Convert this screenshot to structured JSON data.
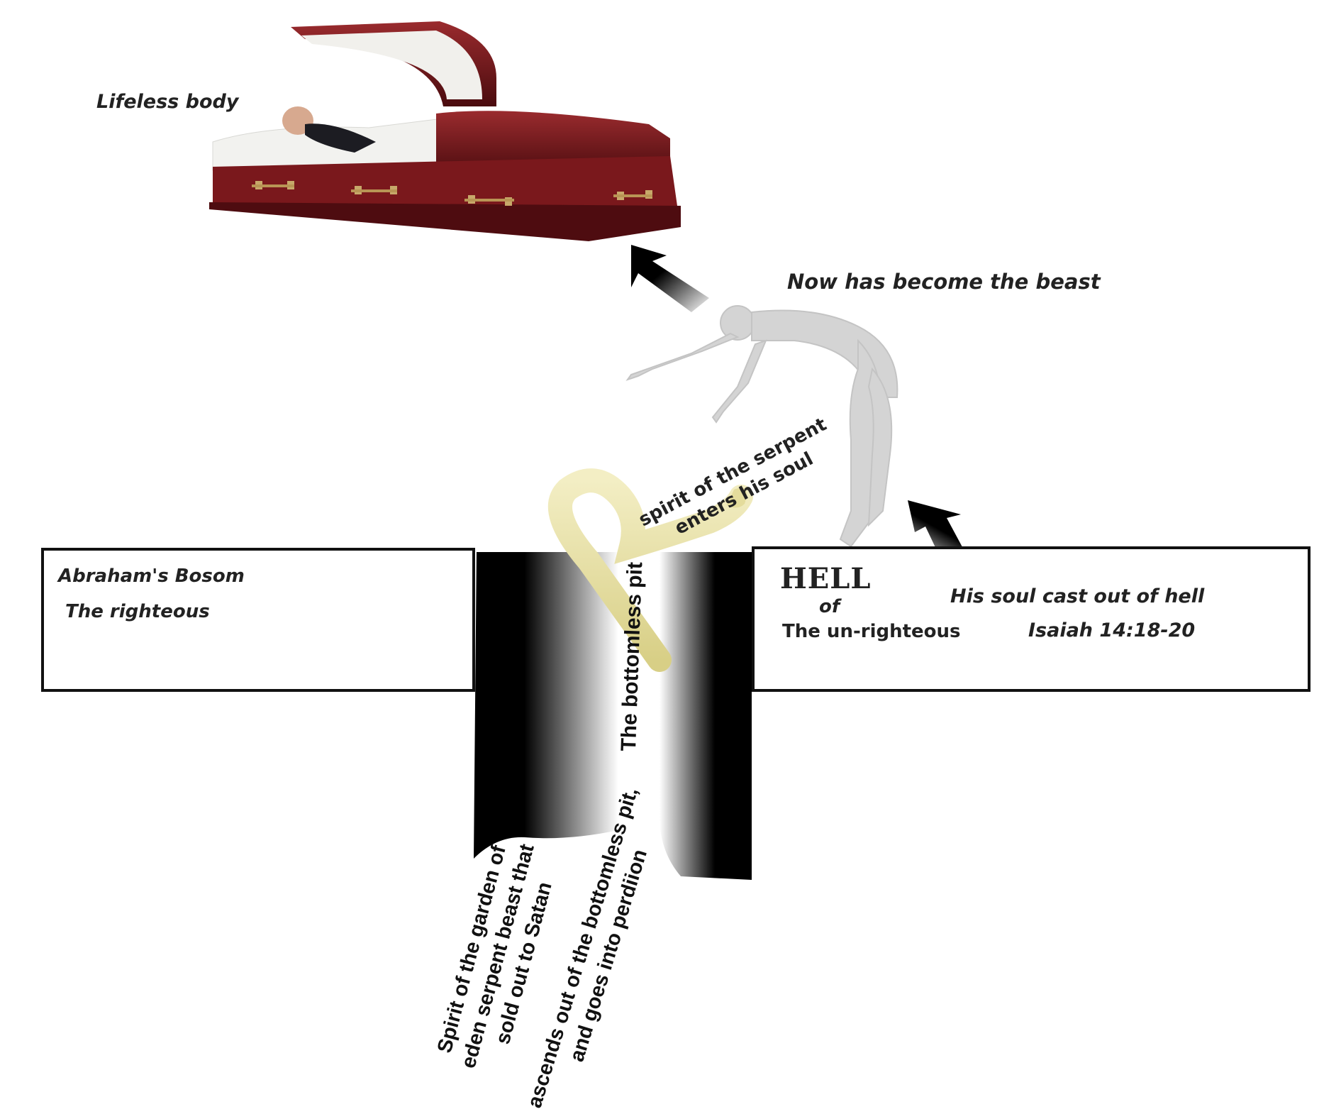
{
  "labels": {
    "lifeless_body": "Lifeless body",
    "now_beast": "Now has become the beast",
    "serpent_line1": "spirit of the serpent",
    "serpent_line2": "enters his soul",
    "abrahams_bosom": "Abraham's Bosom",
    "righteous": "The righteous",
    "hell": "HELL",
    "hell_of": "of",
    "unrighteous": "The un-righteous",
    "soul_cast": "His soul cast out of hell",
    "isaiah": "Isaiah 14:18-20",
    "bottomless_pit": "The bottomless pit",
    "spirit_garden_1": "Spirit of the garden of",
    "spirit_garden_2": "eden serpent beast that",
    "spirit_garden_3": "sold out to Satan",
    "ascends_1": "ascends out of the bottomless pit,",
    "ascends_2": "and goes into perdiion"
  },
  "colors": {
    "casket_wood": "#6e1418",
    "casket_lining": "#f2f2ef",
    "pit_dark": "#000000",
    "serpent": "#e9e3a8",
    "beast_figure": "#d4d4d4"
  }
}
